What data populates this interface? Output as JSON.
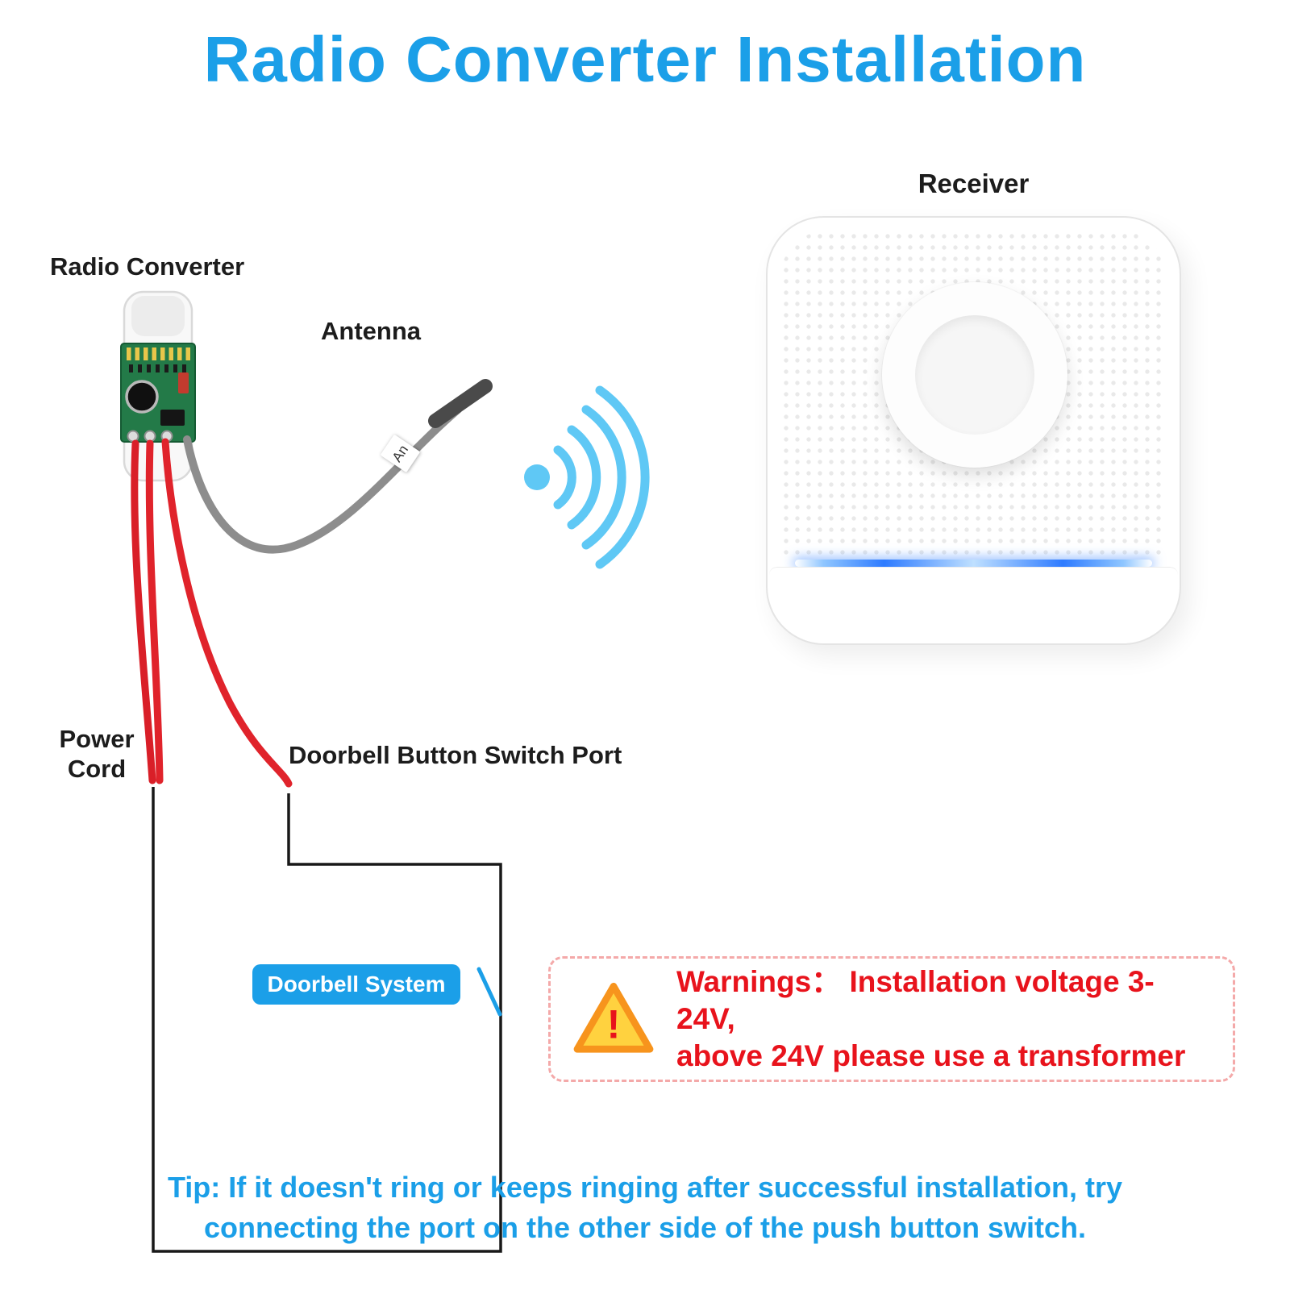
{
  "title": "Radio Converter Installation",
  "labels": {
    "receiver": "Receiver",
    "radio_converter": "Radio Converter",
    "antenna": "Antenna",
    "antenna_tag": "An",
    "power_cord": "Power\nCord",
    "doorbell_port": "Doorbell Button Switch Port",
    "doorbell_system": "Doorbell System"
  },
  "warning": {
    "icon": "!",
    "line1": "Warnings： Installation voltage 3-24V,",
    "line2": "above 24V please use a transformer"
  },
  "tip": {
    "line1": "Tip: If it doesn't ring or keeps ringing after successful installation, try",
    "line2": "connecting the port on the other side of the push button switch."
  },
  "colors": {
    "accent_blue": "#1B9FE8",
    "warning_red": "#E8131C",
    "wifi_blue": "#5FC8F5",
    "wire_red": "#E0232B",
    "antenna_gray": "#8D8D8D"
  }
}
